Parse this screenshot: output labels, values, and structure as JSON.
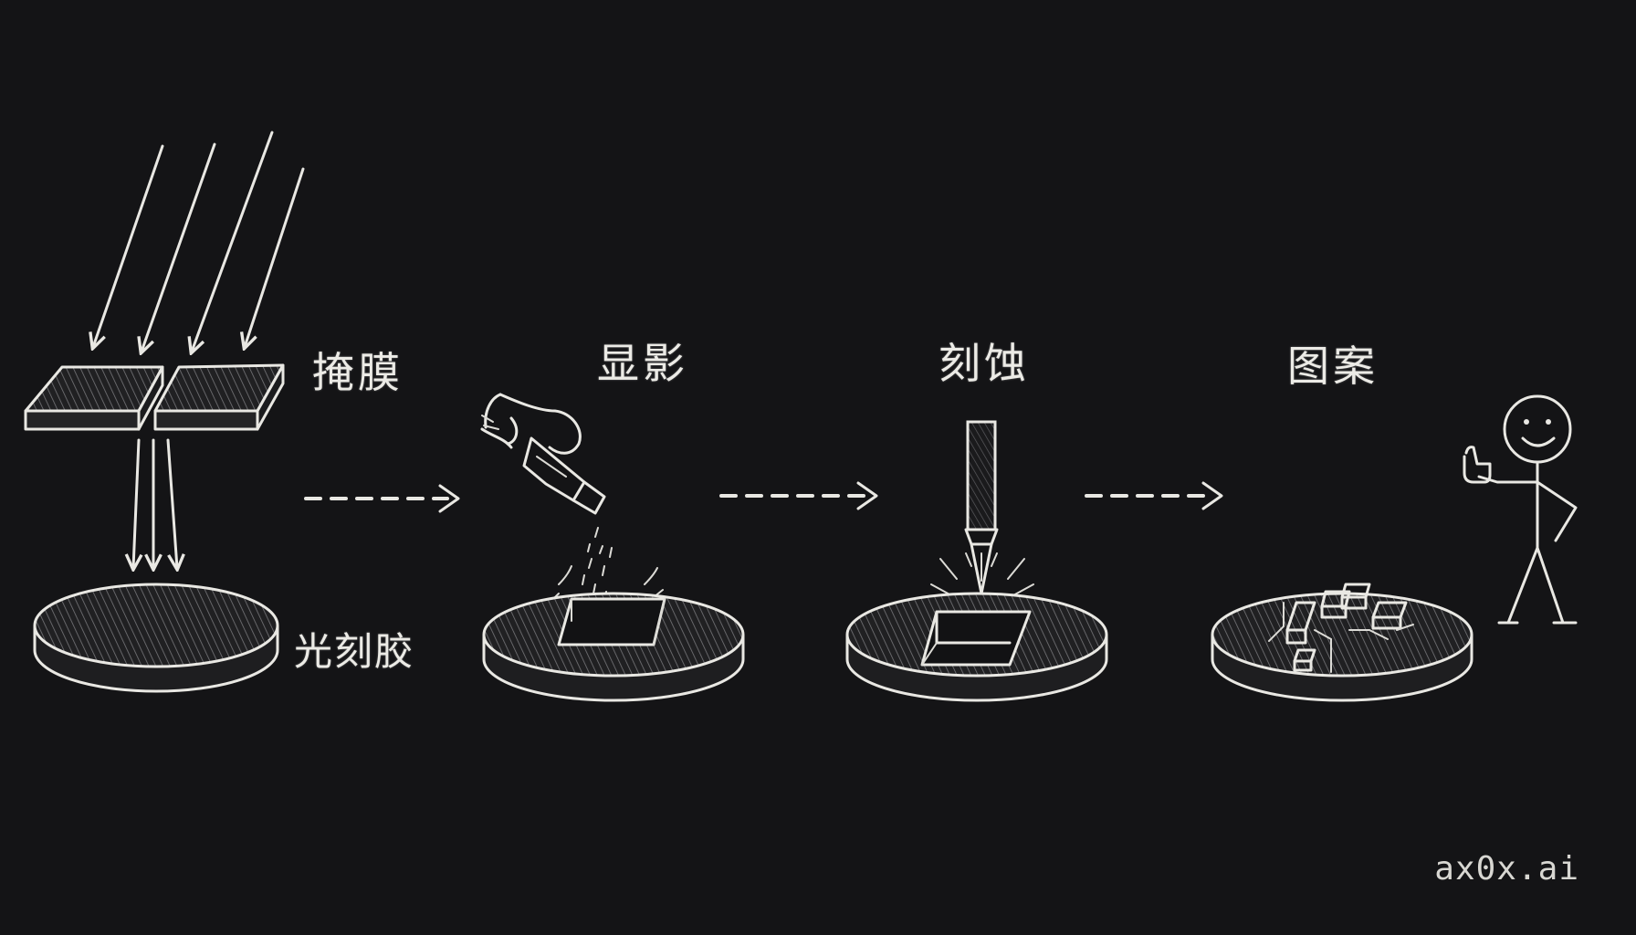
{
  "steps": [
    {
      "label": "掩膜"
    },
    {
      "label": "显影"
    },
    {
      "label": "刻蚀"
    },
    {
      "label": "图案"
    }
  ],
  "resist_label": "光刻胶",
  "watermark": "ax0x.ai",
  "colors": {
    "background": "#141416",
    "chalk": "#e9e8e3"
  }
}
